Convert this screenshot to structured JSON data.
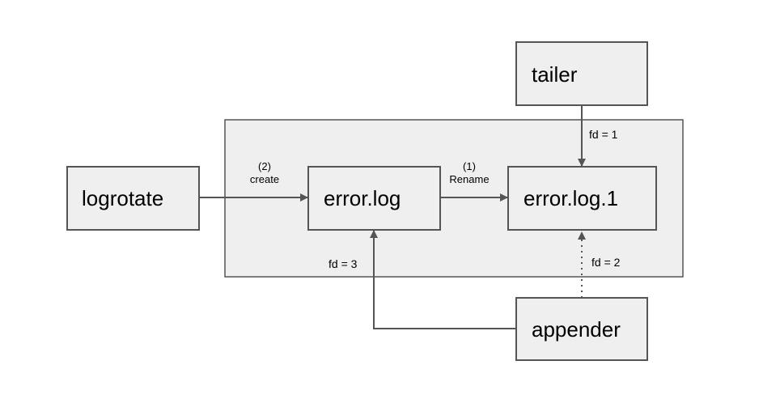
{
  "nodes": {
    "tailer": "tailer",
    "logrotate": "logrotate",
    "error_log": "error.log",
    "error_log_1": "error.log.1",
    "appender": "appender"
  },
  "edges": {
    "create_step": "(2)",
    "create_label": "create",
    "rename_step": "(1)",
    "rename_label": "Rename",
    "tailer_fd": "fd = 1",
    "appender_fd_error_log": "fd = 3",
    "appender_fd_error_log_1": "fd = 2"
  },
  "colors": {
    "box_fill": "#efefef",
    "stroke": "#555555",
    "text": "#000000"
  }
}
